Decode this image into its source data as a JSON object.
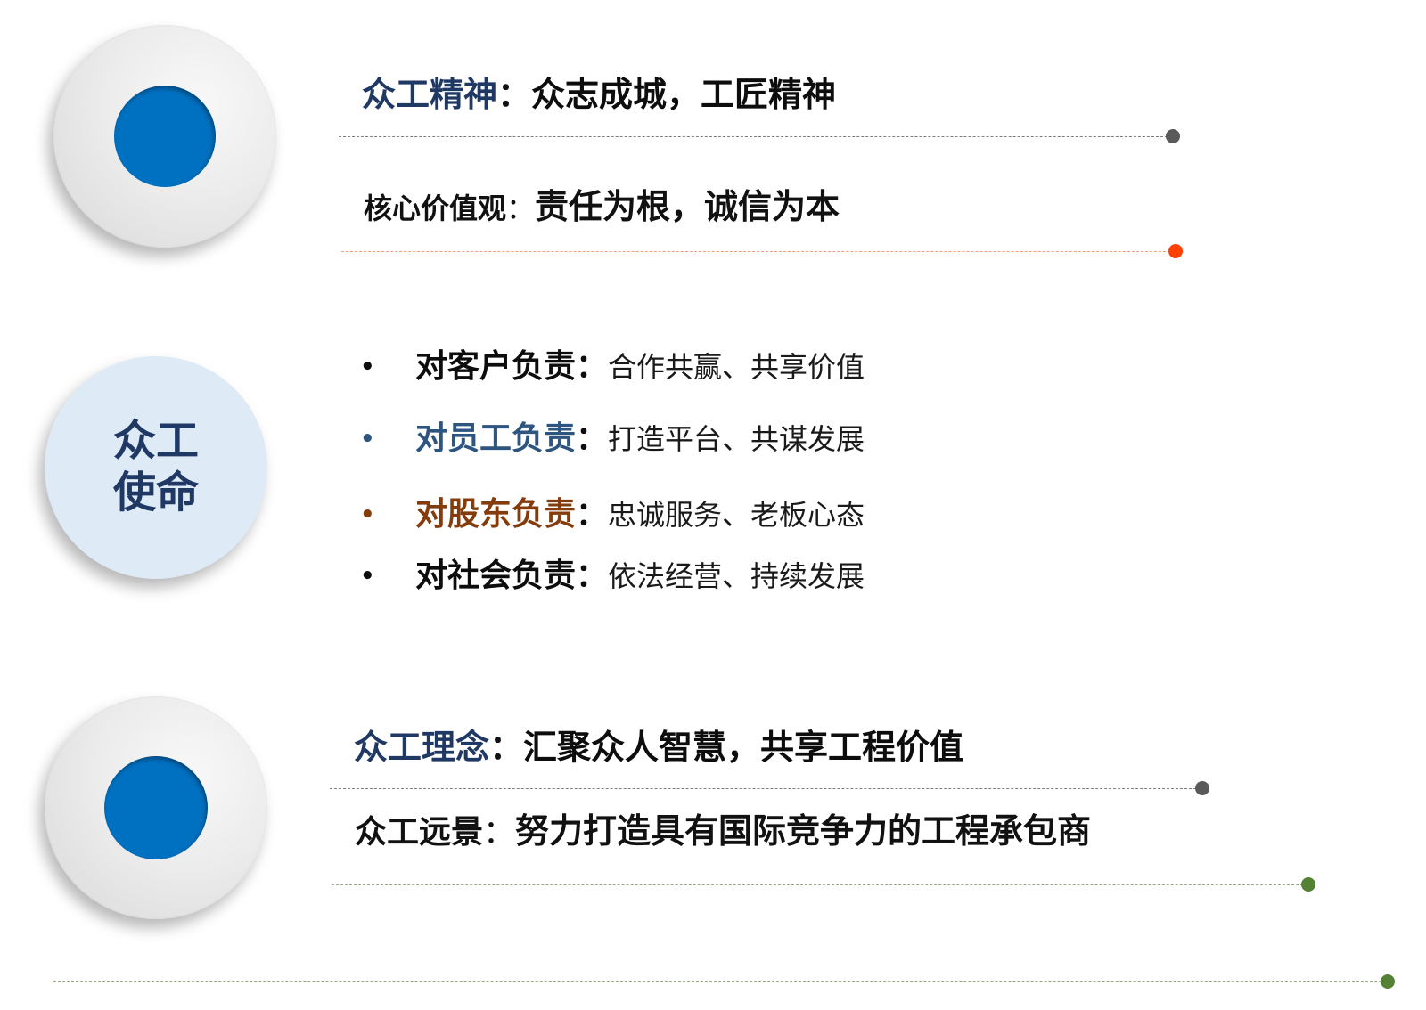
{
  "spirit": {
    "label": "众工精神",
    "sep": "：",
    "text": "众志成城，工匠精神"
  },
  "core_values": {
    "label": "核心价值观",
    "sep": "：",
    "text": "责任为根，诚信为本"
  },
  "mission": {
    "title_line1": "众工",
    "title_line2": "使命",
    "items": [
      {
        "bullet": "•",
        "head": "对客户负责",
        "sep": "：",
        "body": "合作共赢、共享价值"
      },
      {
        "bullet": "•",
        "head": "对员工负责",
        "sep": "：",
        "body": "打造平台、共谋发展"
      },
      {
        "bullet": "•",
        "head": "对股东负责",
        "sep": "：",
        "body": "忠诚服务、老板心态"
      },
      {
        "bullet": "•",
        "head": "对社会负责",
        "sep": "：",
        "body": "依法经营、持续发展"
      }
    ]
  },
  "philosophy": {
    "label": "众工理念",
    "sep": "：",
    "text": "汇聚众人智慧，共享工程价值"
  },
  "vision": {
    "label": "众工远景",
    "sep": "：",
    "text": "努力打造具有国际竞争力的工程承包商"
  },
  "colors": {
    "accent_blue": "#0070c0",
    "navy": "#1f3864",
    "brown": "#843c0c",
    "orange_dot": "#ff4000",
    "green_dot": "#548235",
    "gray_dot": "#595959"
  }
}
